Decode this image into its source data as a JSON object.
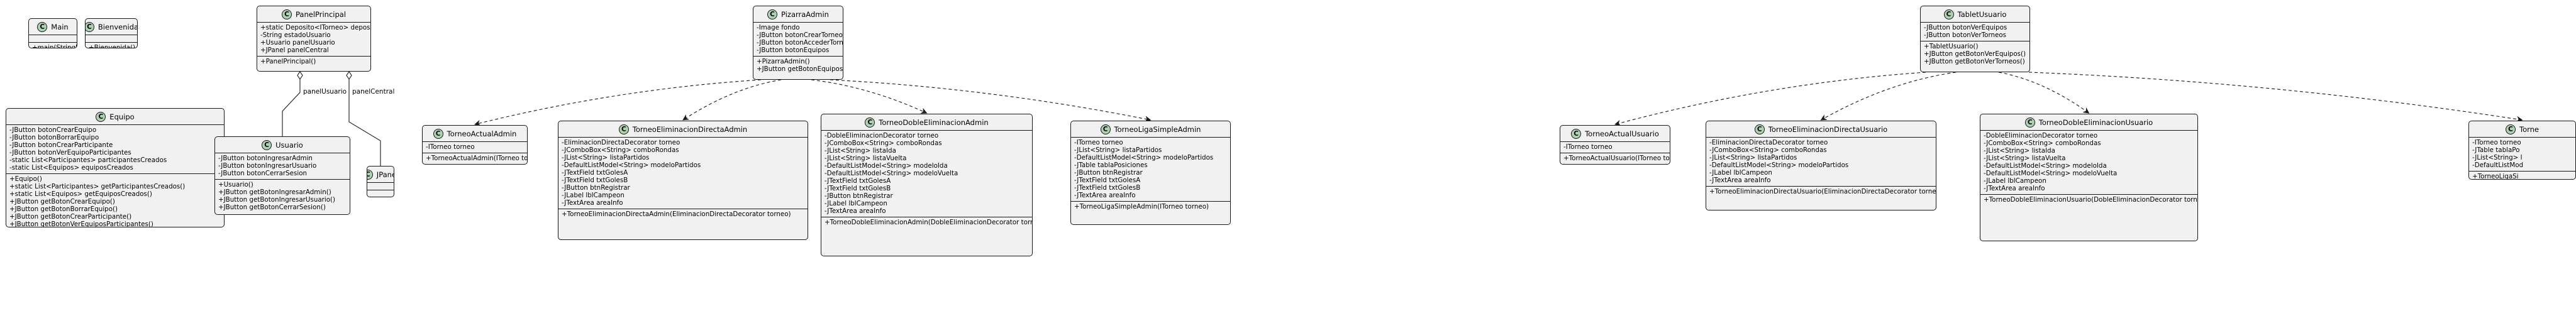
{
  "classes": {
    "main": {
      "name": "Main",
      "fields": [],
      "methods": [
        "+main(String[] args)"
      ]
    },
    "bienvenida": {
      "name": "Bienvenida",
      "fields": [],
      "methods": [
        "+Bienvenida()"
      ]
    },
    "panel_principal": {
      "name": "PanelPrincipal",
      "fields": [
        "+static Deposito<ITorneo> depositoTorneos",
        "-String estadoUsuario",
        "+Usuario panelUsuario",
        "+JPanel panelCentral"
      ],
      "methods": [
        "+PanelPrincipal()"
      ]
    },
    "pizarra_admin": {
      "name": "PizarraAdmin",
      "fields": [
        "-Image fondo",
        "-JButton botonCrearTorneo",
        "-JButton botonAccederTorneo",
        "-JButton botonEquipos"
      ],
      "methods": [
        "+PizarraAdmin()",
        "+JButton getBotonEquipos()"
      ]
    },
    "tablet_usuario": {
      "name": "TabletUsuario",
      "fields": [
        "-JButton botonVerEquipos",
        "-JButton botonVerTorneos"
      ],
      "methods": [
        "+TabletUsuario()",
        "+JButton getBotonVerEquipos()",
        "+JButton getBotonVerTorneos()"
      ]
    },
    "equipo": {
      "name": "Equipo",
      "fields": [
        "-JButton botonCrearEquipo",
        "-JButton botonBorrarEquipo",
        "-JButton botonCrearParticipante",
        "-JButton botonVerEquipoParticipantes",
        "-static List<Participantes> participantesCreados",
        "-static List<Equipos> equiposCreados"
      ],
      "methods": [
        "+Equipo()",
        "+static List<Participantes> getParticipantesCreados()",
        "+static List<Equipos> getEquiposCreados()",
        "+JButton getBotonCrearEquipo()",
        "+JButton getBotonBorrarEquipo()",
        "+JButton getBotonCrearParticipante()",
        "+JButton getBotonVerEquiposParticipantes()"
      ]
    },
    "usuario": {
      "name": "Usuario",
      "fields": [
        "-JButton botonIngresarAdmin",
        "-JButton botonIngresarUsuario",
        "-JButton botonCerrarSesion"
      ],
      "methods": [
        "+Usuario()",
        "+JButton getBotonIngresarAdmin()",
        "+JButton getBotonIngresarUsuario()",
        "+JButton getBotonCerrarSesion()"
      ]
    },
    "jpanel": {
      "name": "JPanel",
      "fields": [],
      "methods": []
    },
    "torneo_actual_admin": {
      "name": "TorneoActualAdmin",
      "fields": [
        "-ITorneo torneo"
      ],
      "methods": [
        "+TorneoActualAdmin(ITorneo torneo)"
      ]
    },
    "torneo_elim_directa_admin": {
      "name": "TorneoEliminacionDirectaAdmin",
      "fields": [
        "-EliminacionDirectaDecorator torneo",
        "-JComboBox<String> comboRondas",
        "-JList<String> listaPartidos",
        "-DefaultListModel<String> modeloPartidos",
        "-JTextField txtGolesA",
        "-JTextField txtGolesB",
        "-JButton btnRegistrar",
        "-JLabel lblCampeon",
        "-JTextArea areaInfo"
      ],
      "methods": [
        "+TorneoEliminacionDirectaAdmin(EliminacionDirectaDecorator torneo)"
      ]
    },
    "torneo_doble_elim_admin": {
      "name": "TorneoDobleEliminacionAdmin",
      "fields": [
        "-DobleEliminacionDecorator torneo",
        "-JComboBox<String> comboRondas",
        "-JList<String> listaIda",
        "-JList<String> listaVuelta",
        "-DefaultListModel<String> modeloIda",
        "-DefaultListModel<String> modeloVuelta",
        "-JTextField txtGolesA",
        "-JTextField txtGolesB",
        "-JButton btnRegistrar",
        "-JLabel lblCampeon",
        "-JTextArea areaInfo"
      ],
      "methods": [
        "+TorneoDobleEliminacionAdmin(DobleEliminacionDecorator torneo)"
      ]
    },
    "torneo_liga_simple_admin": {
      "name": "TorneoLigaSimpleAdmin",
      "fields": [
        "-ITorneo torneo",
        "-JList<String> listaPartidos",
        "-DefaultListModel<String> modeloPartidos",
        "-JTable tablaPosiciones",
        "-JButton btnRegistrar",
        "-JTextField txtGolesA",
        "-JTextField txtGolesB",
        "-JTextArea areaInfo"
      ],
      "methods": [
        "+TorneoLigaSimpleAdmin(ITorneo torneo)"
      ]
    },
    "torneo_actual_usuario": {
      "name": "TorneoActualUsuario",
      "fields": [
        "-ITorneo torneo"
      ],
      "methods": [
        "+TorneoActualUsuario(ITorneo torneo)"
      ]
    },
    "torneo_elim_directa_usuario": {
      "name": "TorneoEliminacionDirectaUsuario",
      "fields": [
        "-EliminacionDirectaDecorator torneo",
        "-JComboBox<String> comboRondas",
        "-JList<String> listaPartidos",
        "-DefaultListModel<String> modeloPartidos",
        "-JLabel lblCampeon",
        "-JTextArea areaInfo"
      ],
      "methods": [
        "+TorneoEliminacionDirectaUsuario(EliminacionDirectaDecorator torneo)"
      ]
    },
    "torneo_doble_elim_usuario": {
      "name": "TorneoDobleEliminacionUsuario",
      "fields": [
        "-DobleEliminacionDecorator torneo",
        "-JComboBox<String> comboRondas",
        "-JList<String> listaIda",
        "-JList<String> listaVuelta",
        "-DefaultListModel<String> modeloIda",
        "-DefaultListModel<String> modeloVuelta",
        "-JLabel lblCampeon",
        "-JTextArea areaInfo"
      ],
      "methods": [
        "+TorneoDobleEliminacionUsuario(DobleEliminacionDecorator torneo)"
      ]
    },
    "torneo_liga_simple_usuario": {
      "name": "Torne",
      "fields": [
        "-ITorneo torneo",
        "-JTable tablaPo",
        "-JList<String> l",
        "-DefaultListMod"
      ],
      "methods": [
        "+TorneoLigaSi"
      ]
    }
  },
  "relations": [
    {
      "from": "panel_principal",
      "to": "usuario",
      "kind": "aggregation",
      "label": "panelUsuario"
    },
    {
      "from": "panel_principal",
      "to": "jpanel",
      "kind": "aggregation",
      "label": "panelCentral"
    },
    {
      "from": "pizarra_admin",
      "to": "torneo_actual_admin",
      "kind": "dependency",
      "label": ""
    },
    {
      "from": "pizarra_admin",
      "to": "torneo_elim_directa_admin",
      "kind": "dependency",
      "label": ""
    },
    {
      "from": "pizarra_admin",
      "to": "torneo_doble_elim_admin",
      "kind": "dependency",
      "label": ""
    },
    {
      "from": "pizarra_admin",
      "to": "torneo_liga_simple_admin",
      "kind": "dependency",
      "label": ""
    },
    {
      "from": "tablet_usuario",
      "to": "torneo_actual_usuario",
      "kind": "dependency",
      "label": ""
    },
    {
      "from": "tablet_usuario",
      "to": "torneo_elim_directa_usuario",
      "kind": "dependency",
      "label": ""
    },
    {
      "from": "tablet_usuario",
      "to": "torneo_doble_elim_usuario",
      "kind": "dependency",
      "label": ""
    },
    {
      "from": "tablet_usuario",
      "to": "torneo_liga_simple_usuario",
      "kind": "dependency",
      "label": ""
    }
  ],
  "colors": {
    "class_fill": "#f1f1f1",
    "class_border": "#181818",
    "class_circle": "#add1b2",
    "edge": "#181818"
  },
  "icons": {
    "class_marker": "class-circle-icon"
  }
}
